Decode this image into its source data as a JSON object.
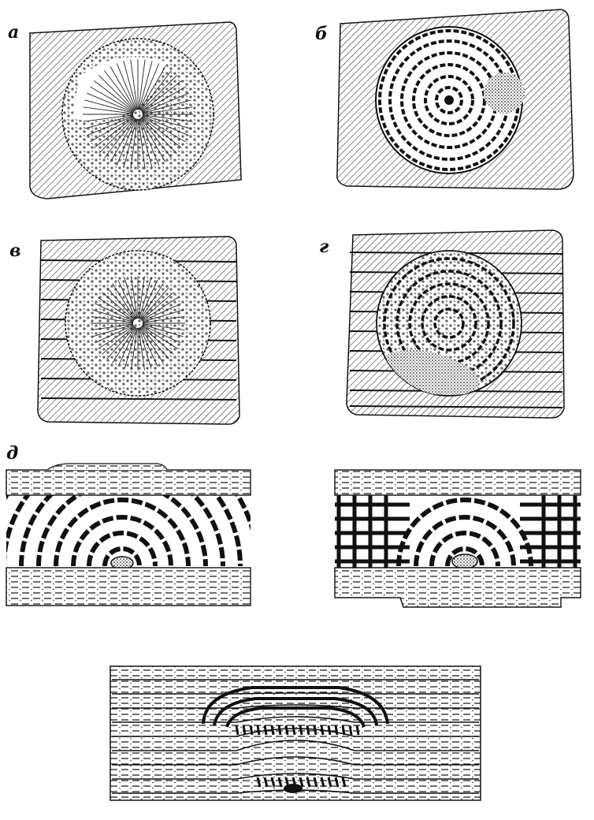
{
  "figure": {
    "labels": {
      "a": "а",
      "b": "б",
      "v": "в",
      "g": "г",
      "d": "д"
    }
  },
  "colors": {
    "ink": "#111111",
    "paper": "#ffffff"
  }
}
